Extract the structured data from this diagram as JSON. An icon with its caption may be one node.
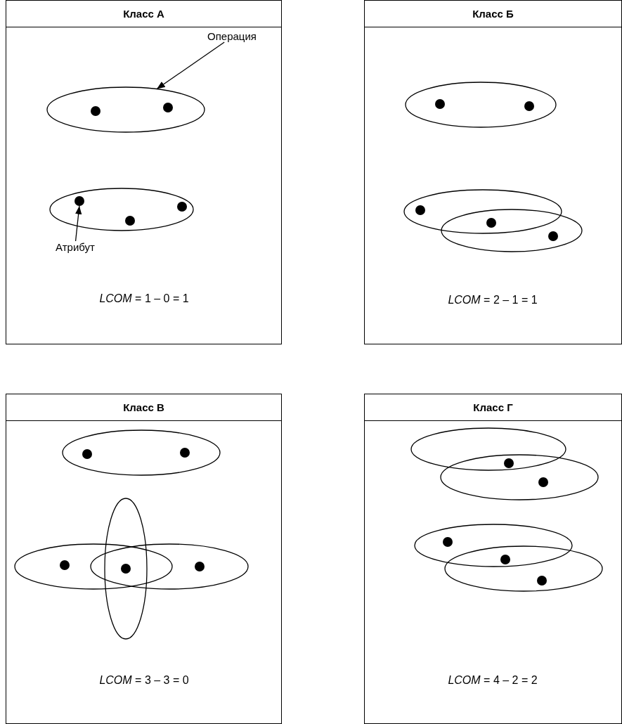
{
  "diagram": {
    "nodes": [
      {
        "text": [
          "Класс А",
          "*LCOM* = 1 – 0 = 1"
        ]
      },
      {
        "text": [
          "Операция"
        ],
        "in": 0
      },
      {
        "text": [],
        "shape": "ellipse",
        "in": 0
      },
      {
        "text": [],
        "shape": "ellipse",
        "in": 0
      },
      {
        "text": [],
        "shape": "circle",
        "in": 3
      },
      {
        "text": [
          "Атрибут"
        ],
        "in": 0
      },
      {
        "text": [
          "Класс Б",
          "*LCOM* = 2 – 1 = 1"
        ]
      },
      {
        "text": [],
        "shape": "ellipse",
        "in": 6
      },
      {
        "text": [],
        "shape": "ellipse",
        "in": 6
      },
      {
        "text": [],
        "shape": "ellipse",
        "in": 6
      },
      {
        "text": [
          "Класс В",
          "*LCOM* = 3 – 3 = 0"
        ]
      },
      {
        "text": [],
        "shape": "ellipse",
        "in": 10
      },
      {
        "text": [],
        "shape": "ellipse",
        "in": 10
      },
      {
        "text": [],
        "shape": "ellipse",
        "in": 10
      },
      {
        "text": [],
        "shape": "ellipse",
        "in": 10
      },
      {
        "text": [
          "Класс Г",
          "*LCOM* = 4 – 2 = 2"
        ]
      },
      {
        "text": [],
        "shape": "ellipse",
        "in": 15
      },
      {
        "text": [],
        "shape": "ellipse",
        "in": 15
      },
      {
        "text": [],
        "shape": "ellipse",
        "in": 15
      },
      {
        "text": [],
        "shape": "ellipse",
        "in": 15
      }
    ],
    "edges": [
      {
        "from": 1,
        "to": 2,
        "arrow": "to"
      },
      {
        "from": 5,
        "to": 4,
        "arrow": "to"
      }
    ]
  }
}
